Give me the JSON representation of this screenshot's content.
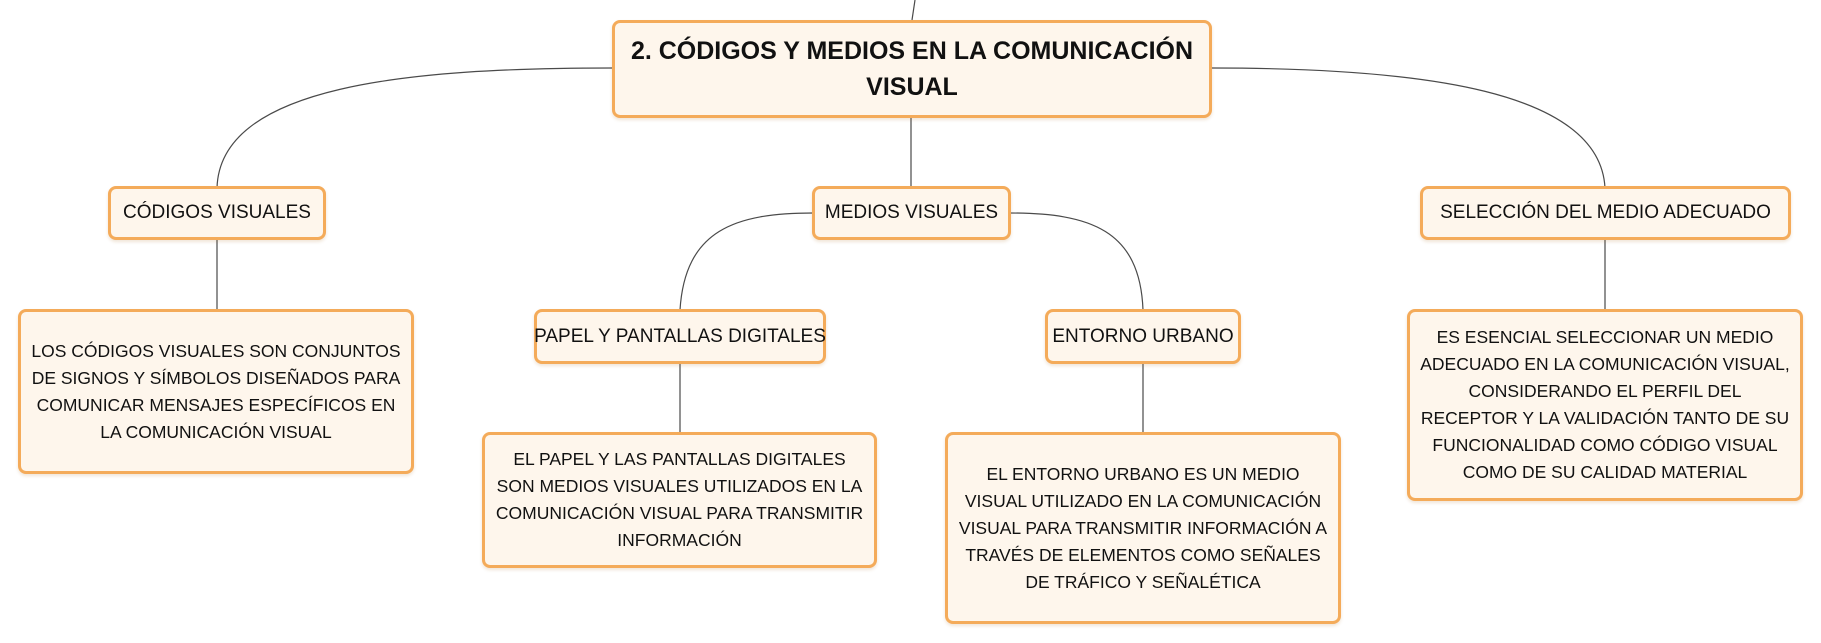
{
  "diagram": {
    "root": {
      "label": "2. CÓDIGOS Y MEDIOS EN LA COMUNICACIÓN VISUAL"
    },
    "branches": {
      "codigos": {
        "label": "CÓDIGOS VISUALES",
        "description": "LOS CÓDIGOS VISUALES SON CONJUNTOS DE SIGNOS Y SÍMBOLOS DISEÑADOS PARA COMUNICAR MENSAJES ESPECÍFICOS EN LA COMUNICACIÓN VISUAL"
      },
      "medios": {
        "label": "MEDIOS VISUALES",
        "children": {
          "papel": {
            "label": "PAPEL Y PANTALLAS DIGITALES",
            "description": "EL PAPEL Y LAS PANTALLAS DIGITALES SON MEDIOS VISUALES UTILIZADOS EN LA COMUNICACIÓN VISUAL PARA TRANSMITIR INFORMACIÓN"
          },
          "urbano": {
            "label": "ENTORNO URBANO",
            "description": "EL ENTORNO URBANO ES UN MEDIO VISUAL UTILIZADO EN LA COMUNICACIÓN VISUAL PARA TRANSMITIR INFORMACIÓN A TRAVÉS DE ELEMENTOS COMO SEÑALES DE TRÁFICO Y SEÑALÉTICA"
          }
        }
      },
      "seleccion": {
        "label": "SELECCIÓN DEL MEDIO ADECUADO",
        "description": "ES ESENCIAL SELECCIONAR UN MEDIO ADECUADO EN LA COMUNICACIÓN VISUAL, CONSIDERANDO EL PERFIL DEL RECEPTOR Y LA VALIDACIÓN TANTO DE SU FUNCIONALIDAD COMO CÓDIGO VISUAL COMO DE SU CALIDAD MATERIAL"
      }
    }
  },
  "colors": {
    "node_fill": "#fef6ec",
    "node_border": "#f4ab5a",
    "connector": "#4a4a4a",
    "text": "#111111"
  }
}
